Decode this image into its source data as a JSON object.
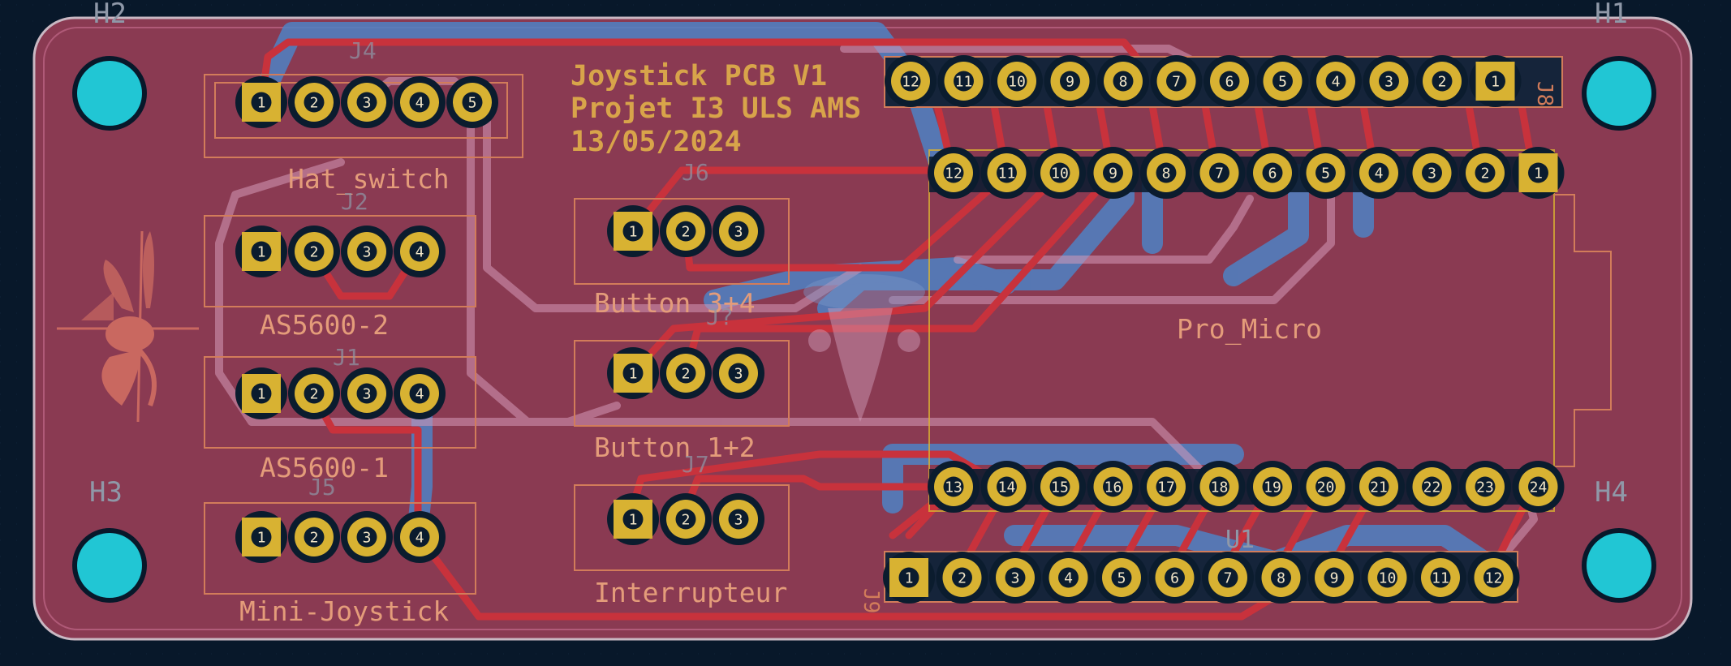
{
  "board": {
    "colors": {
      "background": "#08182a",
      "board_fill": "#8a3a52",
      "board_edge": "#c9b8c3",
      "pour_outline": "#b05a78",
      "copper_front": "#c8323c",
      "copper_back": "#4e82c4",
      "pad_ring": "#d8b232",
      "pad_hole": "#0b1c2e",
      "mounting_hole": "#21c6d4",
      "silk_label": "#e49c7a",
      "silk_text": "#d8a44a",
      "courtyard": "#d27c5a",
      "ref_gray": "#8f98a8",
      "logo": "#d06e62"
    },
    "title_lines": [
      "Joystick PCB V1",
      "Projet I3 ULS AMS",
      "13/05/2024"
    ],
    "holes": [
      {
        "ref": "H2",
        "icon": "mounting-hole"
      },
      {
        "ref": "H1",
        "icon": "mounting-hole"
      },
      {
        "ref": "H3",
        "icon": "mounting-hole"
      },
      {
        "ref": "H4",
        "icon": "mounting-hole"
      }
    ],
    "connectors": [
      {
        "ref": "J4",
        "value": "Hat_switch",
        "pins": [
          "1",
          "2",
          "3",
          "4",
          "5"
        ]
      },
      {
        "ref": "J2",
        "value": "AS5600-2",
        "pins": [
          "1",
          "2",
          "3",
          "4"
        ]
      },
      {
        "ref": "J1",
        "value": "AS5600-1",
        "pins": [
          "1",
          "2",
          "3",
          "4"
        ]
      },
      {
        "ref": "J5",
        "value": "Mini-Joystick",
        "pins": [
          "1",
          "2",
          "3",
          "4"
        ]
      },
      {
        "ref": "J6",
        "value": "Button 3+4",
        "pins": [
          "1",
          "2",
          "3"
        ]
      },
      {
        "ref": "J?",
        "value": "Button 1+2",
        "pins": [
          "1",
          "2",
          "3"
        ]
      },
      {
        "ref": "J7",
        "value": "Interrupteur",
        "pins": [
          "1",
          "2",
          "3"
        ]
      }
    ],
    "pro_micro": {
      "value": "Pro_Micro",
      "ref": "U1",
      "j8_ref": "J8",
      "j9_ref": "J9",
      "top_header": [
        "12",
        "11",
        "10",
        "9",
        "8",
        "7",
        "6",
        "5",
        "4",
        "3",
        "2",
        "1"
      ],
      "top_row": [
        "12",
        "11",
        "10",
        "9",
        "8",
        "7",
        "6",
        "5",
        "4",
        "3",
        "2",
        "1"
      ],
      "bottom_row": [
        "13",
        "14",
        "15",
        "16",
        "17",
        "18",
        "19",
        "20",
        "21",
        "22",
        "23",
        "24"
      ],
      "bottom_header": [
        "1",
        "2",
        "3",
        "4",
        "5",
        "6",
        "7",
        "8",
        "9",
        "10",
        "11",
        "12"
      ]
    },
    "logo": {
      "icon": "wasp-logo-icon"
    }
  }
}
